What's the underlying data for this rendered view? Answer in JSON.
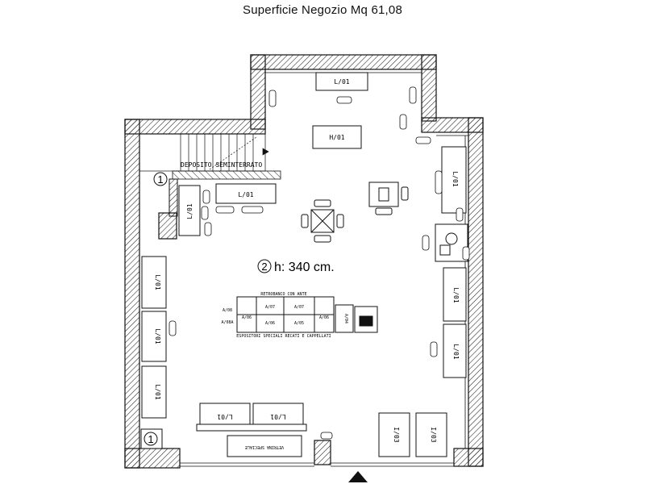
{
  "title": "Superficie Negozio Mq 61,08",
  "height_note": "h: 340 cm.",
  "zone_markers": {
    "one": "1",
    "two": "2"
  },
  "labels": {
    "deposit": "DEPOSITO SEMINTERRATO",
    "l01": "L/01",
    "h01": "H/01",
    "a04": "A/04",
    "i03": "I/03",
    "a05": "A/05",
    "a06": "A/06",
    "a07": "A/07",
    "a08": "A/08",
    "a08b": "A/08A",
    "counter_top": "RETROBANCO CON ANTE",
    "counter_bottom": "ESPOSITORI SPECIALI RECATI E CAPPELLATI",
    "bottom_caption": "VETRINA SPECIALE"
  },
  "colors": {
    "ink": "#111111",
    "hatch": "#222222",
    "paper": "#ffffff"
  }
}
